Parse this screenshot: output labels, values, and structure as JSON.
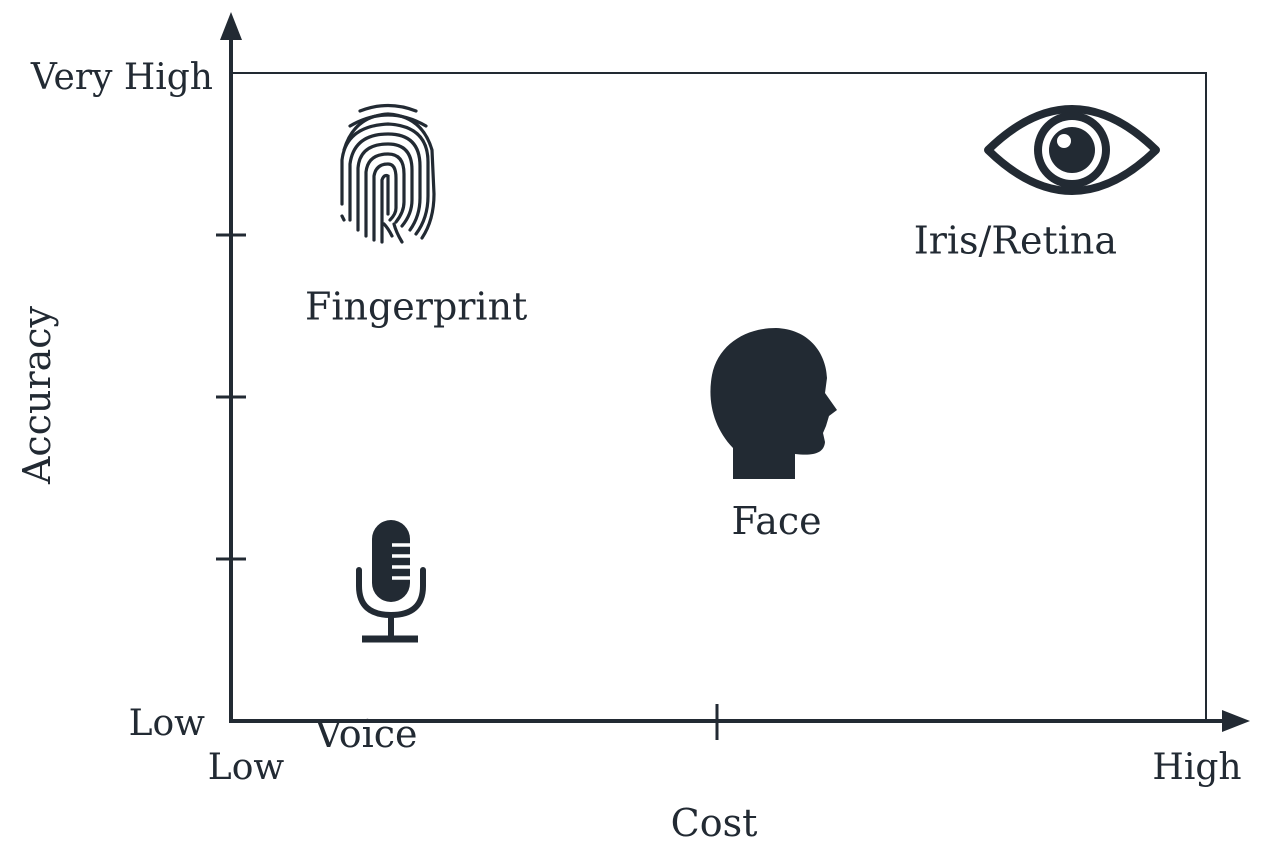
{
  "chart_data": {
    "type": "scatter",
    "title": "",
    "xlabel": "Cost",
    "ylabel": "Accuracy",
    "x_tick_labels": [
      "Low",
      "High"
    ],
    "y_tick_labels": [
      "Low",
      "Very High"
    ],
    "xlim": [
      0,
      1
    ],
    "ylim": [
      0,
      1
    ],
    "x_ticks": [
      0.5
    ],
    "y_ticks": [
      0.25,
      0.5,
      0.75
    ],
    "grid": false,
    "points": [
      {
        "label": "Fingerprint",
        "icon": "fingerprint-icon",
        "x": 0.16,
        "y": 0.8
      },
      {
        "label": "Iris/Retina",
        "icon": "eye-icon",
        "x": 0.86,
        "y": 0.86
      },
      {
        "label": "Face",
        "icon": "head-icon",
        "x": 0.56,
        "y": 0.48
      },
      {
        "label": "Voice",
        "icon": "microphone-icon",
        "x": 0.16,
        "y": 0.19
      }
    ]
  },
  "colors": {
    "ink": "#222a33",
    "background": "#ffffff"
  }
}
